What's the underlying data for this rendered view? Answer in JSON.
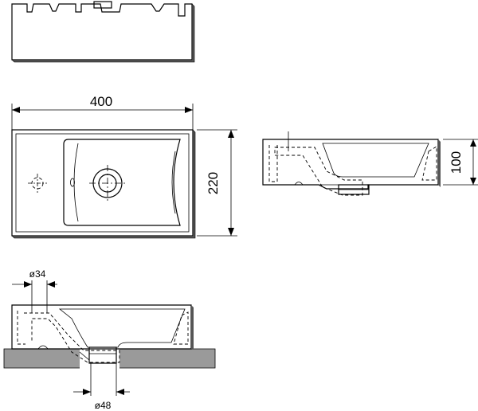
{
  "dimensions": {
    "width": "400",
    "depth": "220",
    "height": "100",
    "tap_hole": "ø34",
    "drain_hole": "ø48"
  },
  "colors": {
    "line": "#000000",
    "shadow": "#555555",
    "counter": "#9a9a9a"
  }
}
